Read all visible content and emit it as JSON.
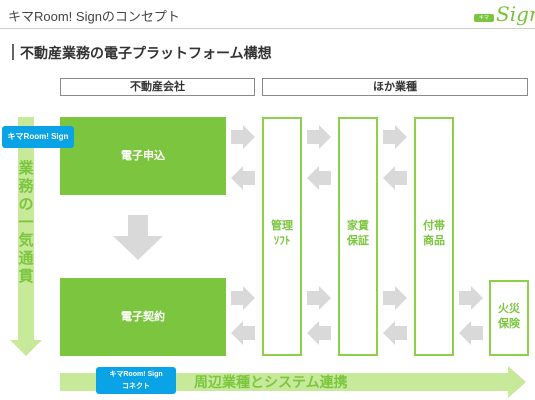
{
  "header": {
    "title": "キマRoom! Signのコンセプト",
    "logo_badge": "キマRoom!",
    "logo_text": "Sign"
  },
  "subtitle": "不動産業務の電子プラットフォーム構想",
  "column_headers": {
    "real_estate": "不動産会社",
    "other": "ほか業種"
  },
  "sign_pill": "キマRoom! Sign",
  "boxes": {
    "denshi_moushikomi": "電子申込",
    "denshi_keiyaku": "電子契約",
    "kanri": [
      "管理",
      "ｿﾌﾄ"
    ],
    "yachin": [
      "家賃",
      "保証"
    ],
    "futai": [
      "付帯",
      "商品"
    ],
    "kasai": [
      "火災",
      "保険"
    ]
  },
  "vertical_label": [
    "業",
    "務",
    "の",
    "一",
    "気",
    "通",
    "貫"
  ],
  "connect": {
    "pill_line1": "キマRoom! Sign",
    "pill_line2": "コネクト",
    "text": "周辺業種とシステム連携"
  },
  "colors": {
    "green": "#7cc63f",
    "light_green": "#c6e99a",
    "arrow_gray": "#d9d9d9",
    "blue": "#0aa3e6"
  }
}
